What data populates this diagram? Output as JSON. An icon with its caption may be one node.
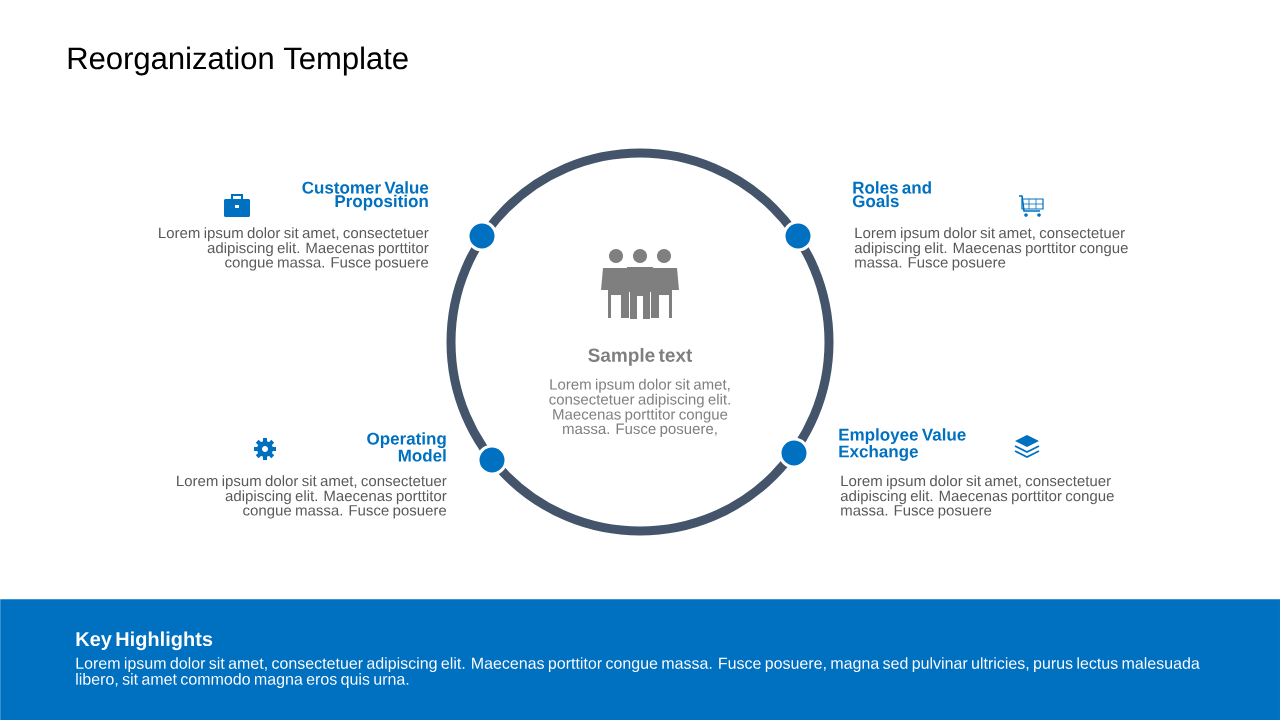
{
  "diagram": {
    "title": "Reorganization Template",
    "nodes": [
      {
        "text": [
          "Sample text",
          "Lorem ipsum dolor sit amet, consectetuer adipiscing elit. Maecenas porttitor congue massa. Fusce posuere,"
        ]
      },
      {
        "text": [
          "Key Highlights",
          "Lorem ipsum dolor sit amet, consectetuer adipiscing elit. Maecenas porttitor congue massa. Fusce posuere, magna sed pulvinar ultricies, purus lectus malesuada libero, sit amet commodo magna eros quis urna."
        ]
      }
    ],
    "labels": [
      "Customer Value Proposition",
      "Lorem ipsum dolor sit amet, consectetuer adipiscing elit. Maecenas porttitor congue massa. Fusce posuere",
      "Roles and Goals",
      "Lorem ipsum dolor sit amet, consectetuer adipiscing elit. Maecenas porttitor congue massa. Fusce posuere",
      "Operating Model",
      "Lorem ipsum dolor sit amet, consectetuer adipiscing elit. Maecenas porttitor congue massa. Fusce posuere",
      "Employee Value Exchange",
      "Lorem ipsum dolor sit amet, consectetuer adipiscing elit. Maecenas porttitor congue massa. Fusce posuere"
    ]
  }
}
